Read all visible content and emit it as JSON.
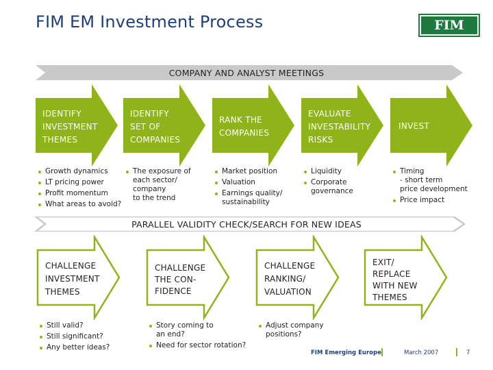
{
  "slide": {
    "title": "FIM EM Investment Process",
    "logo_text": "FIM",
    "colors": {
      "green": "#8fb31a",
      "grey_banner": "#c9c9c9",
      "title_blue": "#1f3f7a",
      "logo_green": "#1e7a3e"
    }
  },
  "banner_top": {
    "label": "COMPANY AND ANALYST MEETINGS"
  },
  "banner_mid": {
    "label": "PARALLEL VALIDITY CHECK/SEARCH FOR NEW IDEAS"
  },
  "steps": [
    {
      "lines": [
        "IDENTIFY",
        "INVESTMENT",
        "THEMES"
      ],
      "bullets": [
        "Growth dynamics",
        "LT pricing power",
        "Profit momentum",
        "What areas to avoid?"
      ]
    },
    {
      "lines": [
        "IDENTIFY",
        "SET OF",
        "COMPANIES"
      ],
      "bullets": [
        "The exposure of\neach sector/\ncompany\nto the trend"
      ]
    },
    {
      "lines": [
        "RANK THE",
        "COMPANIES"
      ],
      "bullets": [
        "Market position",
        "Valuation",
        "Earnings quality/\nsustainability"
      ]
    },
    {
      "lines": [
        "EVALUATE",
        "INVESTABILITY",
        "RISKS"
      ],
      "bullets": [
        "Liquidity",
        "Corporate\ngovernance"
      ]
    },
    {
      "lines": [
        "INVEST"
      ],
      "bullets": [
        "Timing\n- short term\nprice development",
        "Price impact"
      ]
    }
  ],
  "checks": [
    {
      "lines": [
        "CHALLENGE",
        "INVESTMENT",
        "THEMES"
      ],
      "bullets": [
        "Still valid?",
        "Still significant?",
        "Any better ideas?"
      ]
    },
    {
      "lines": [
        "CHALLENGE",
        "THE CON-",
        "FIDENCE"
      ],
      "bullets": [
        "Story coming to\nan end?",
        "Need for sector rotation?"
      ]
    },
    {
      "lines": [
        "CHALLENGE",
        "RANKING/",
        "VALUATION"
      ],
      "bullets": [
        "Adjust company\npositions?"
      ]
    },
    {
      "lines": [
        "EXIT/",
        "REPLACE",
        "WITH NEW",
        "THEMES"
      ],
      "bullets": []
    }
  ],
  "footer": {
    "brand": "FIM Emerging Europe",
    "date": "March 2007",
    "page": "7"
  }
}
